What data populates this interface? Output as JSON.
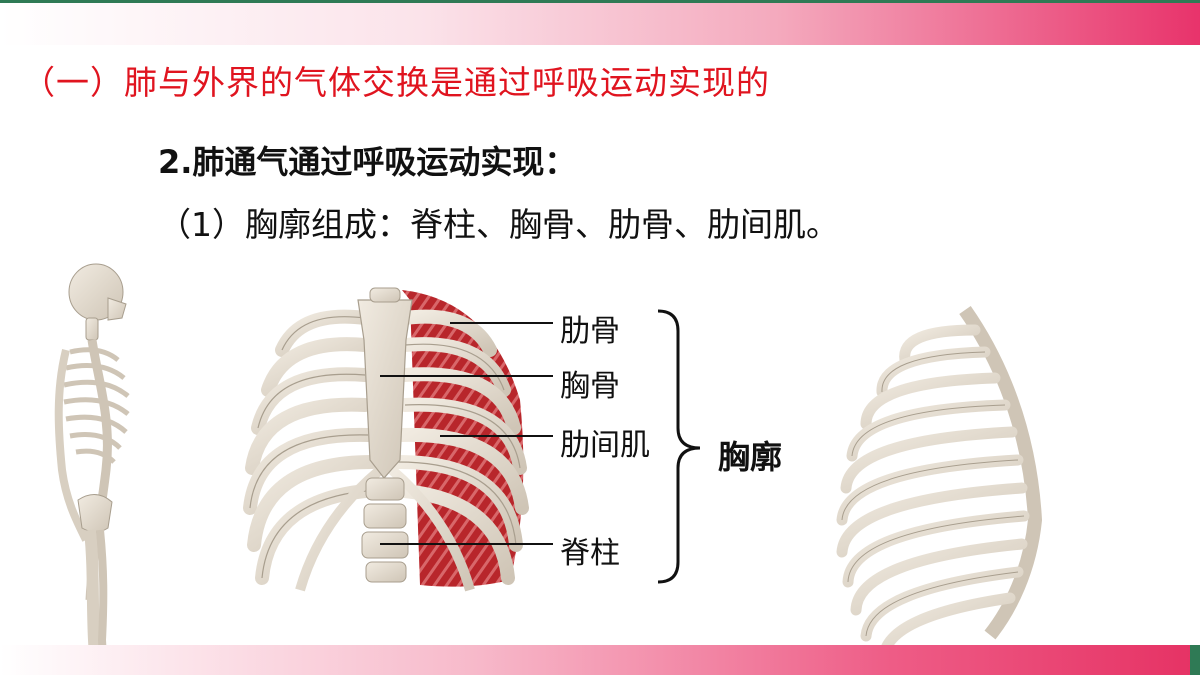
{
  "slide": {
    "title": "（一）肺与外界的气体交换是通过呼吸运动实现的",
    "subtitle": "2.肺通气通过呼吸运动实现：",
    "line1": "（1）胸廓组成：脊柱、胸骨、肋骨、肋间肌。"
  },
  "diagram": {
    "labels": {
      "rib": "肋骨",
      "sternum": "胸骨",
      "intercostal": "肋间肌",
      "spine": "脊柱"
    },
    "group_label": "胸廓"
  },
  "colors": {
    "title": "#e0141f",
    "accent_pink": "#e63365",
    "accent_green": "#2f7a55",
    "bone": "#e3dbcf",
    "muscle": "#b8262b"
  }
}
